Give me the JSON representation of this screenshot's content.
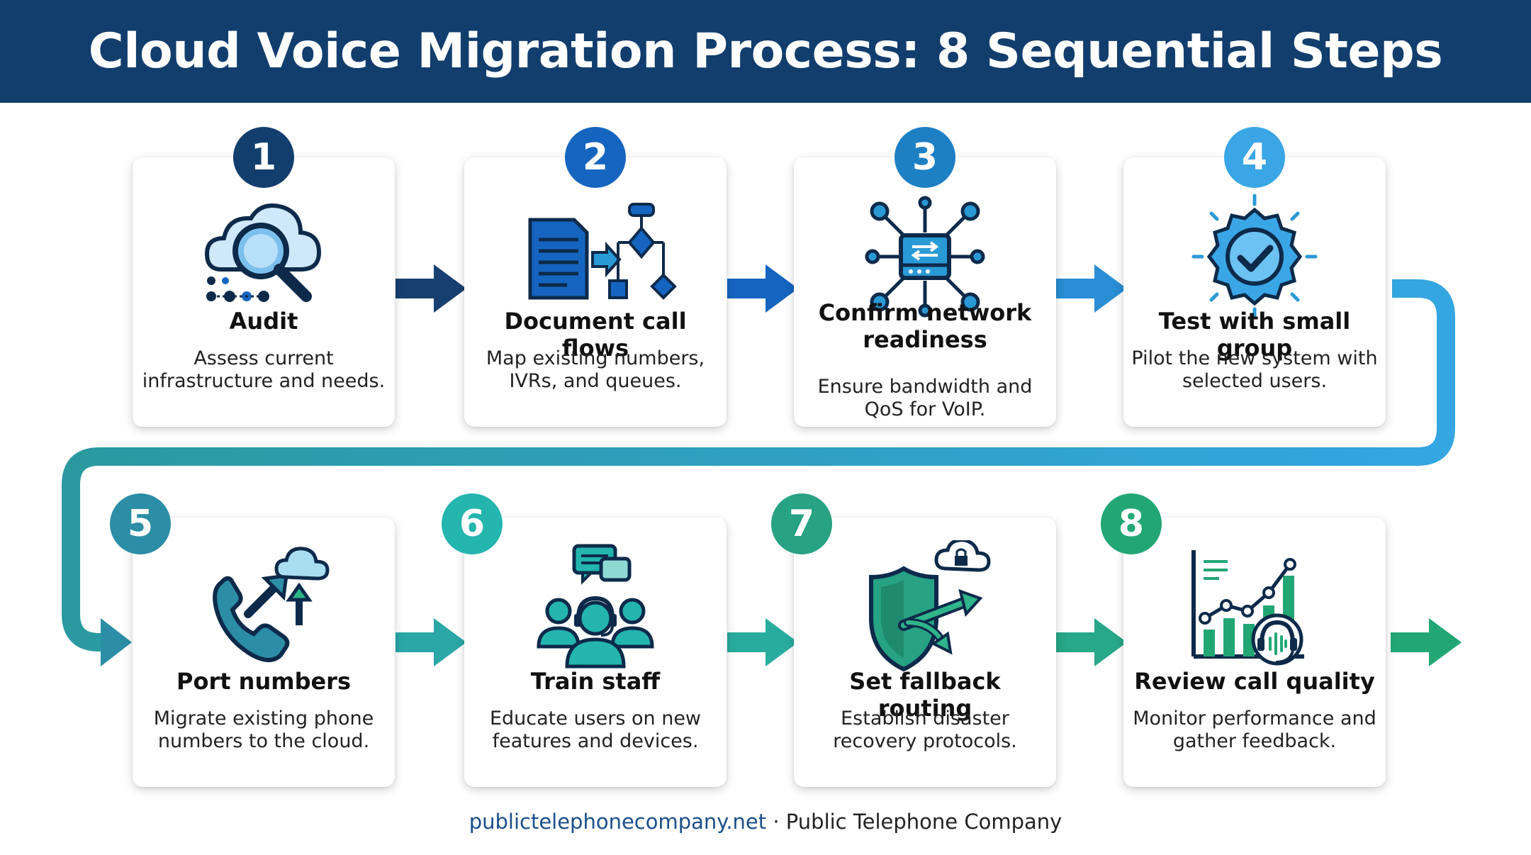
{
  "title": "Cloud Voice Migration Process: 8 Sequential Steps",
  "steps": [
    {
      "number": "1",
      "title": "Audit",
      "description": "Assess current infrastructure and needs.",
      "color": "#123e6d",
      "icon": "cloud-magnifier-icon"
    },
    {
      "number": "2",
      "title": "Document call flows",
      "description": "Map existing numbers, IVRs, and queues.",
      "color": "#1565c0",
      "icon": "document-flowchart-icon"
    },
    {
      "number": "3",
      "title": "Confirm network readiness",
      "description": "Ensure bandwidth and QoS for VoIP.",
      "color": "#1d7fc4",
      "icon": "network-router-icon"
    },
    {
      "number": "4",
      "title": "Test with small group",
      "description": "Pilot the new system with selected users.",
      "color": "#3aa6e6",
      "icon": "verified-badge-icon"
    },
    {
      "number": "5",
      "title": "Port numbers",
      "description": "Migrate existing phone numbers to the cloud.",
      "color": "#2b8ea6",
      "icon": "phone-to-cloud-icon"
    },
    {
      "number": "6",
      "title": "Train staff",
      "description": "Educate users on new features and devices.",
      "color": "#23b5ae",
      "icon": "team-headset-icon"
    },
    {
      "number": "7",
      "title": "Set fallback routing",
      "description": "Establish disaster recovery protocols.",
      "color": "#27a282",
      "icon": "shield-routing-icon"
    },
    {
      "number": "8",
      "title": "Review call quality",
      "description": "Monitor performance and gather feedback.",
      "color": "#22a774",
      "icon": "chart-headset-icon"
    }
  ],
  "footer": {
    "domain": "publictelephonecompany.net",
    "separator": " · ",
    "company": "Public Telephone Company"
  }
}
